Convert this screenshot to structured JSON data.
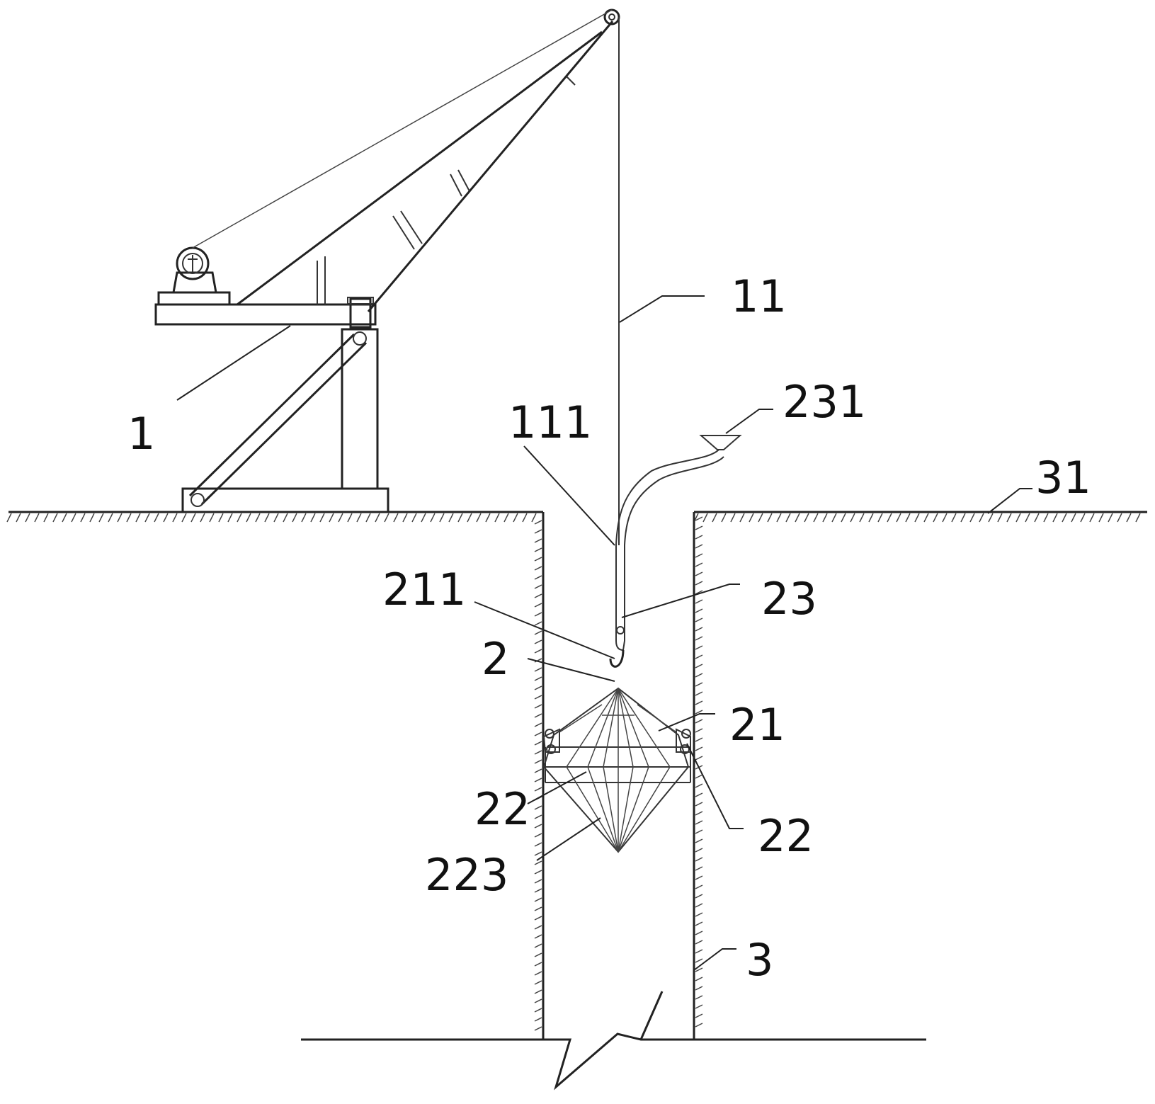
{
  "labels": {
    "crane": "1",
    "cable": "11",
    "cable_end": "111",
    "grab_assembly": "2",
    "grab_top": "211",
    "frame": "21",
    "side_plate_left": "22",
    "side_plate_right": "22",
    "ring": "223",
    "guide_pipe": "23",
    "funnel": "231",
    "shaft": "3",
    "ground": "31"
  }
}
